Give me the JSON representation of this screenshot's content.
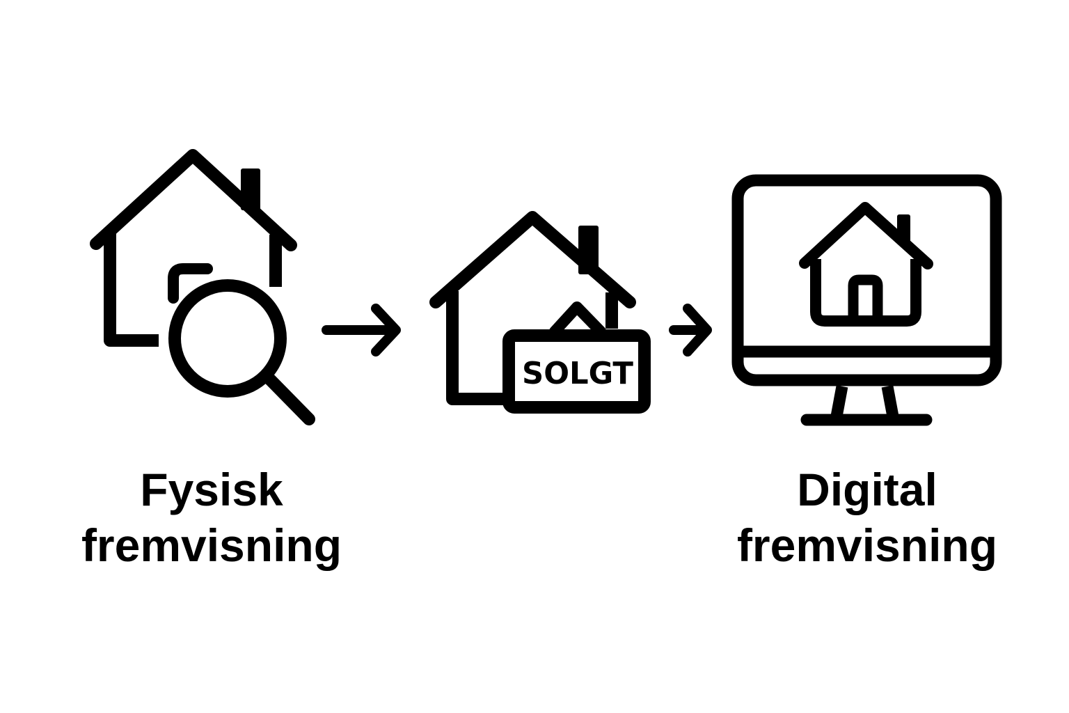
{
  "diagram": {
    "type": "process-flow",
    "colors": {
      "background": "#ffffff",
      "stroke": "#000000",
      "text": "#000000"
    },
    "steps": [
      {
        "id": "physical-viewing",
        "icon": "house-with-magnifier-icon",
        "label_lines": [
          "Fysisk",
          "fremvisning"
        ]
      },
      {
        "id": "sold",
        "icon": "house-with-sold-sign-icon",
        "sign_text": "SOLGT",
        "label_lines": []
      },
      {
        "id": "digital-viewing",
        "icon": "monitor-with-house-icon",
        "label_lines": [
          "Digital",
          "fremvisning"
        ]
      }
    ],
    "connectors": [
      {
        "from": "physical-viewing",
        "to": "sold",
        "icon": "arrow-right-icon"
      },
      {
        "from": "sold",
        "to": "digital-viewing",
        "icon": "arrow-right-icon"
      }
    ]
  }
}
